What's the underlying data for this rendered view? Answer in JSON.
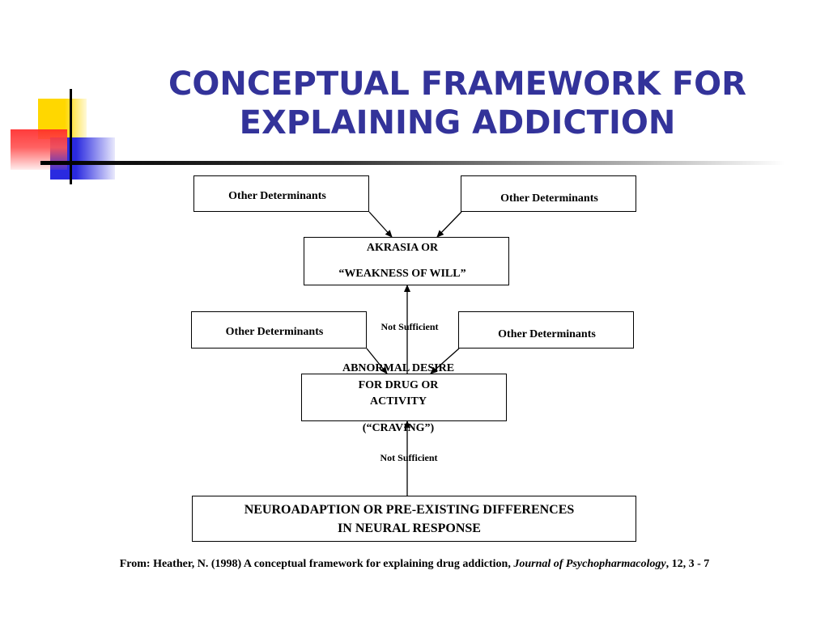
{
  "slide": {
    "title_line1": "CONCEPTUAL FRAMEWORK FOR",
    "title_line2": "EXPLAINING ADDICTION",
    "title_color": "#33339a"
  },
  "decoration": {
    "yellow": "#ffd700",
    "blue": "#2a2ae0",
    "red": "#ff2a2a"
  },
  "diagram": {
    "det_top_left": "Other Determinants",
    "det_top_right": "Other Determinants",
    "akrasia_line1": "AKRASIA OR",
    "akrasia_line2": "“WEAKNESS OF WILL”",
    "det_mid_left": "Other Determinants",
    "det_mid_right": "Other Determinants",
    "not_sufficient_upper": "Not Sufficient",
    "craving_line1": "ABNORMAL DESIRE",
    "craving_line2": "FOR DRUG OR",
    "craving_line3": "ACTIVITY",
    "craving_line4": "(“CRAVING”)",
    "not_sufficient_lower": "Not Sufficient",
    "neuro_line1": "NEUROADAPTION OR PRE-EXISTING DIFFERENCES",
    "neuro_line2": "IN NEURAL RESPONSE"
  },
  "citation": {
    "prefix": "From: Heather, N. (1998) A conceptual framework for explaining drug addiction, ",
    "journal": "Journal of Psychopharmacology",
    "suffix": ", 12, 3 - 7"
  }
}
